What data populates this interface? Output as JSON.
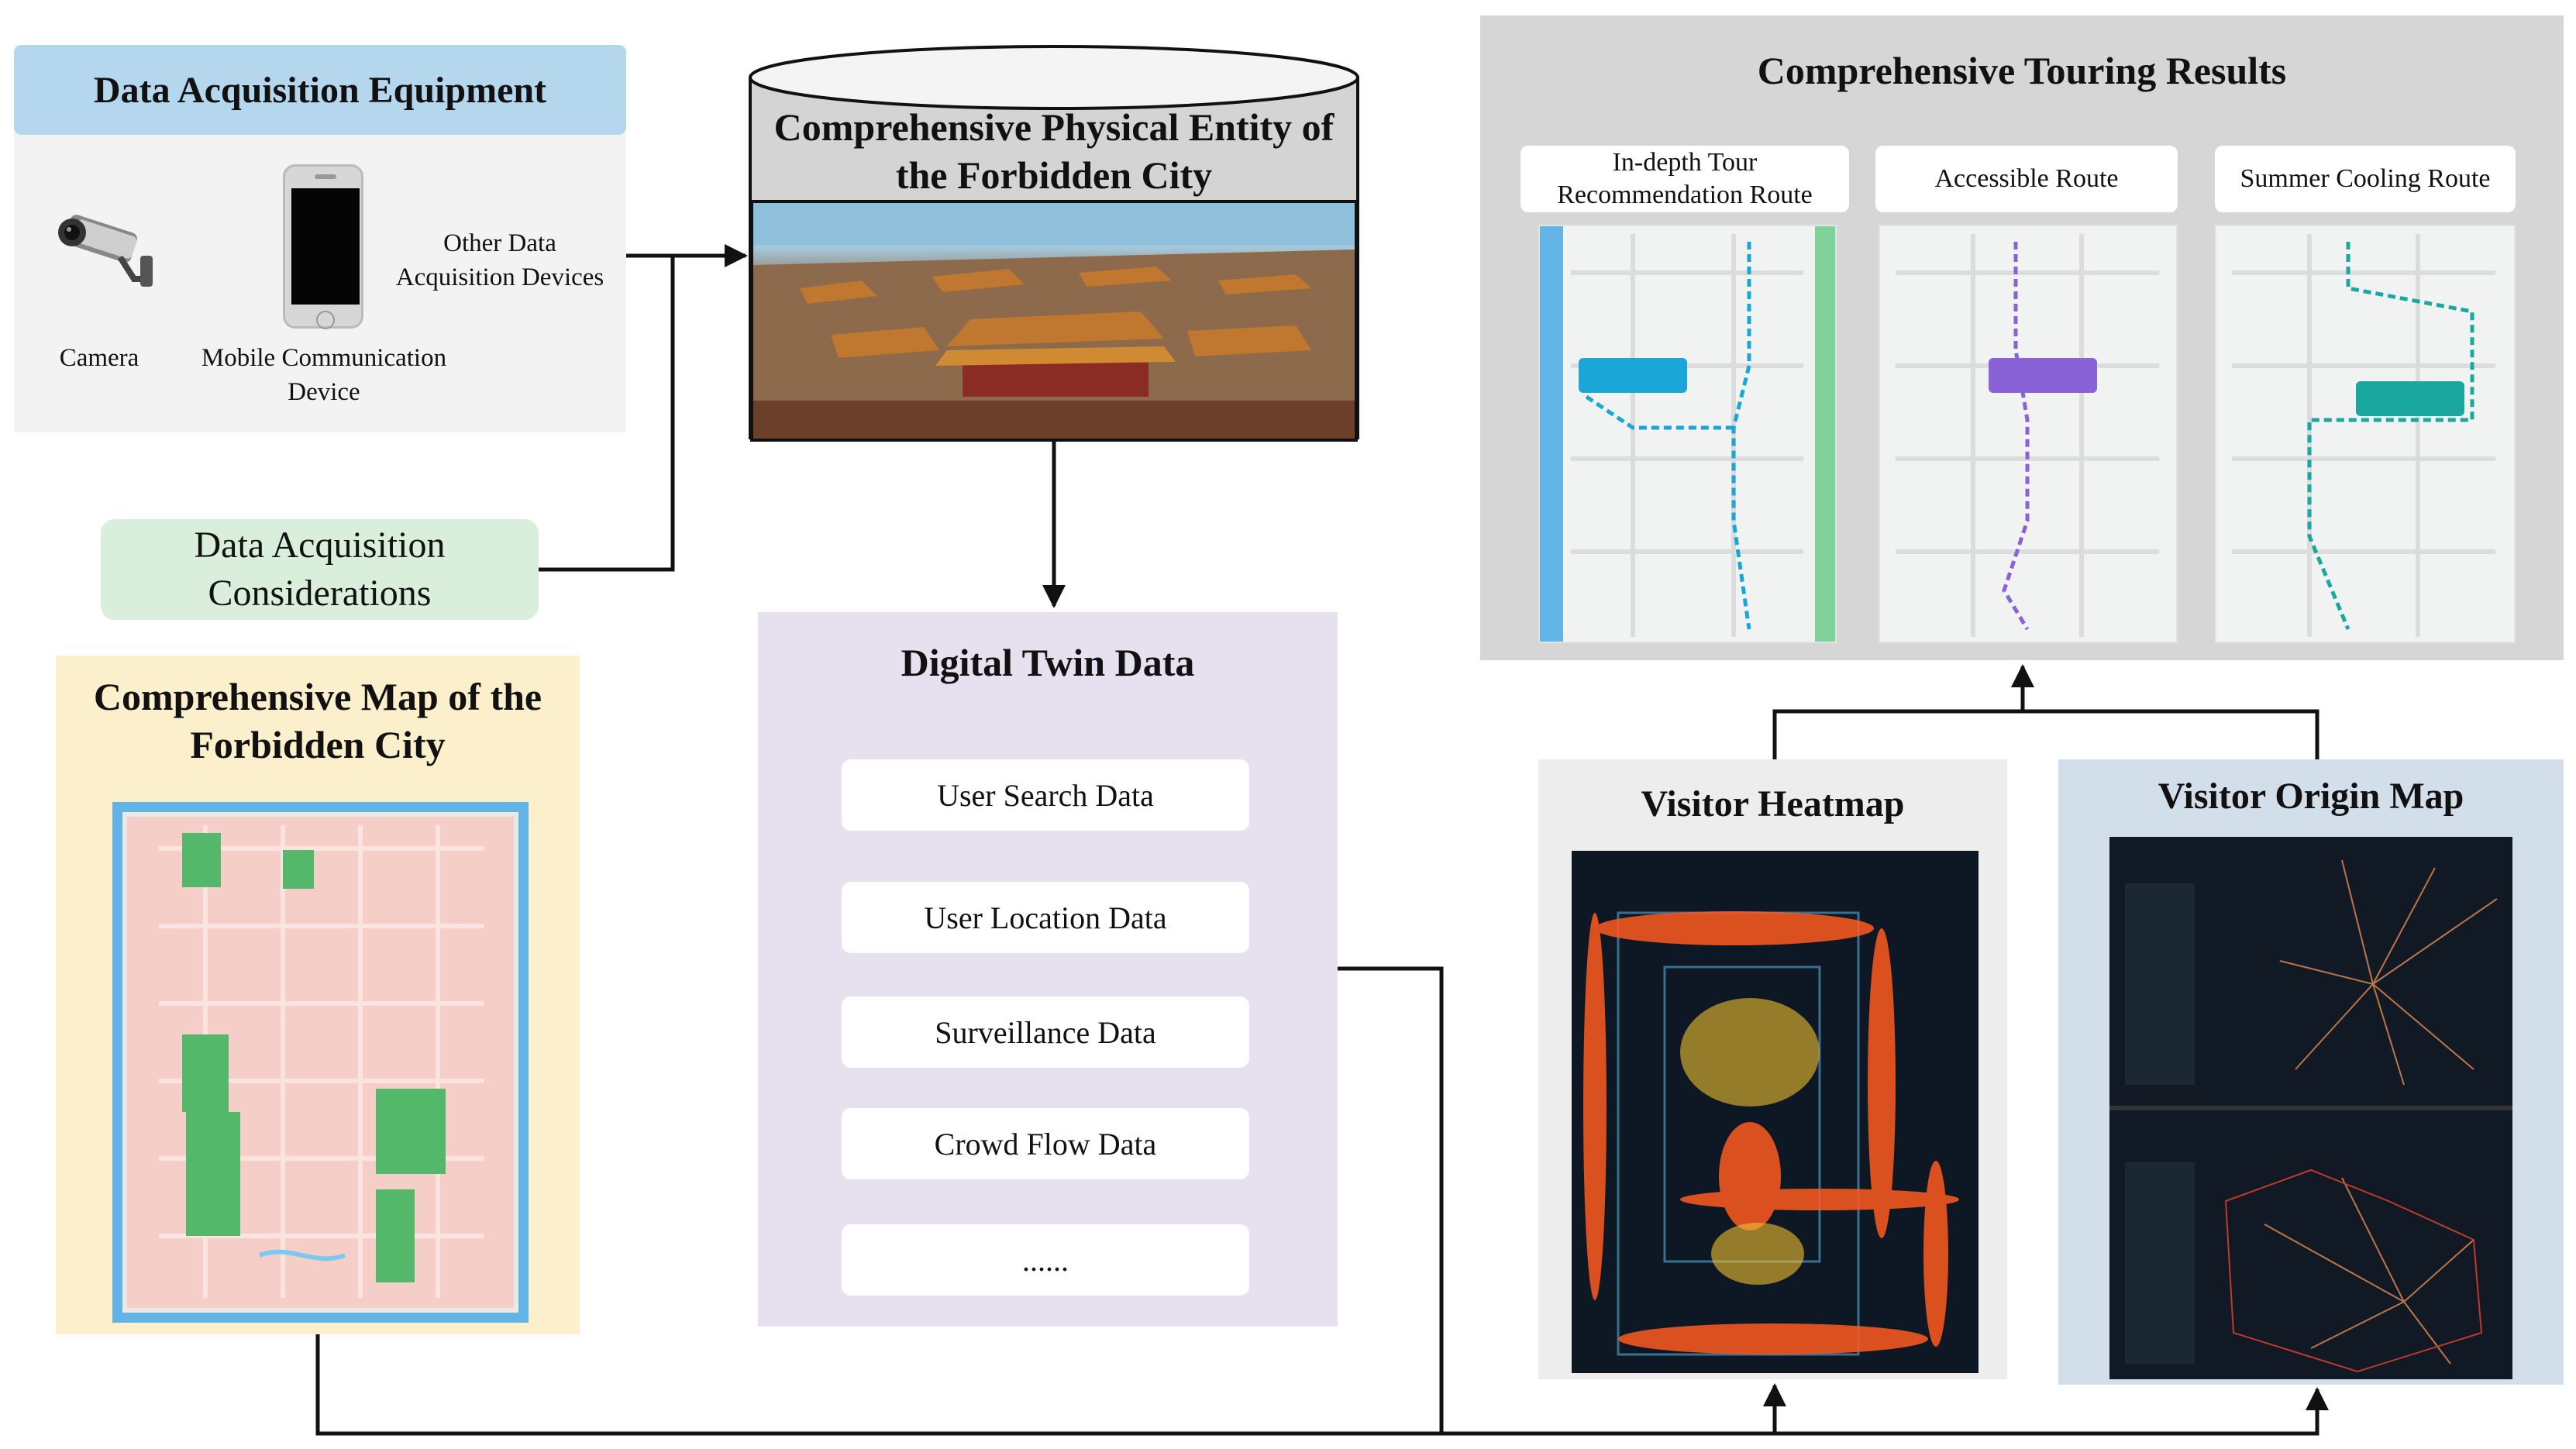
{
  "acquisition": {
    "title": "Data Acquisition Equipment",
    "camera_label": "Camera",
    "mobile_label": "Mobile Communication Device",
    "other_label": "Other Data Acquisition Devices",
    "considerations": "Data Acquisition Considerations"
  },
  "entity": {
    "title": "Comprehensive Physical Entity of the Forbidden City"
  },
  "map": {
    "title": "Comprehensive Map of the Forbidden City"
  },
  "digital_twin": {
    "title": "Digital Twin Data",
    "items": [
      "User Search Data",
      "User Location Data",
      "Surveillance Data",
      "Crowd Flow Data",
      "......"
    ]
  },
  "touring": {
    "title": "Comprehensive Touring Results",
    "routes": [
      {
        "label": "In-depth Tour Recommendation Route",
        "color": "#1aa7d8"
      },
      {
        "label": "Accessible Route",
        "color": "#8a62d8"
      },
      {
        "label": "Summer Cooling Route",
        "color": "#1aa7a0"
      }
    ]
  },
  "heatmap": {
    "title": "Visitor Heatmap"
  },
  "origin": {
    "title": "Visitor Origin Map"
  },
  "colors": {
    "acq_header": "#b5d7ee",
    "considerations": "#d9eedb",
    "map_bg": "#fcefcc",
    "digital_twin_bg": "#e7e0ee",
    "touring_bg": "#d6d6d6",
    "heatmap_bg": "#ededed",
    "origin_bg": "#d2deea"
  }
}
